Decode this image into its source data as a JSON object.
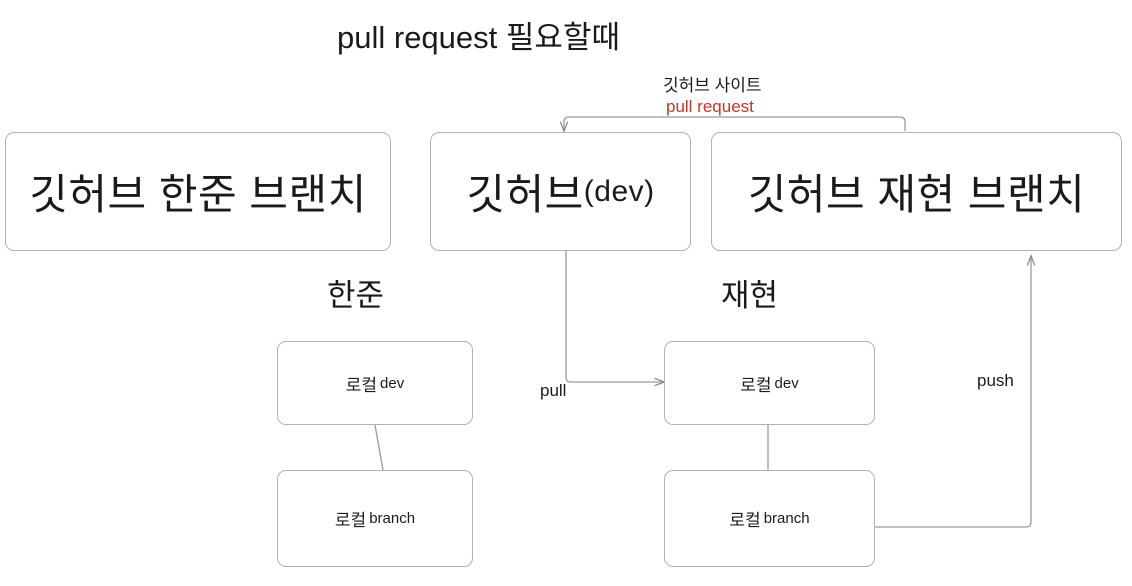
{
  "diagram": {
    "title": "pull request 필요할때",
    "title_latin": "pull request",
    "title_korean": "필요할때",
    "site_label": "깃허브 사이트",
    "pull_request_label": "pull request",
    "pull_request_color": "#c0392b",
    "edge_color": "#9a9a9a",
    "box_border_color": "#b3b3b3",
    "text_color": "#1a1a1a",
    "background": "#ffffff"
  },
  "remote_nodes": [
    {
      "id": "github-hanjun-branch",
      "label": "깃허브 한준 브랜치",
      "sub": ""
    },
    {
      "id": "github-dev",
      "label": "깃허브",
      "sub": "(dev)"
    },
    {
      "id": "github-jaehyeon-branch",
      "label": "깃허브 재현 브랜치",
      "sub": ""
    }
  ],
  "person_labels": [
    {
      "id": "hanjun",
      "label": "한준"
    },
    {
      "id": "jaehyeon",
      "label": "재현"
    }
  ],
  "local_nodes": [
    {
      "id": "hanjun-local-dev",
      "label": "로컬",
      "sub": "dev"
    },
    {
      "id": "hanjun-local-branch",
      "label": "로컬",
      "sub": "branch"
    },
    {
      "id": "jaehyeon-local-dev",
      "label": "로컬",
      "sub": "dev"
    },
    {
      "id": "jaehyeon-local-branch",
      "label": "로컬",
      "sub": "branch"
    }
  ],
  "edge_labels": [
    {
      "id": "pull",
      "label": "pull"
    },
    {
      "id": "push",
      "label": "push"
    }
  ]
}
